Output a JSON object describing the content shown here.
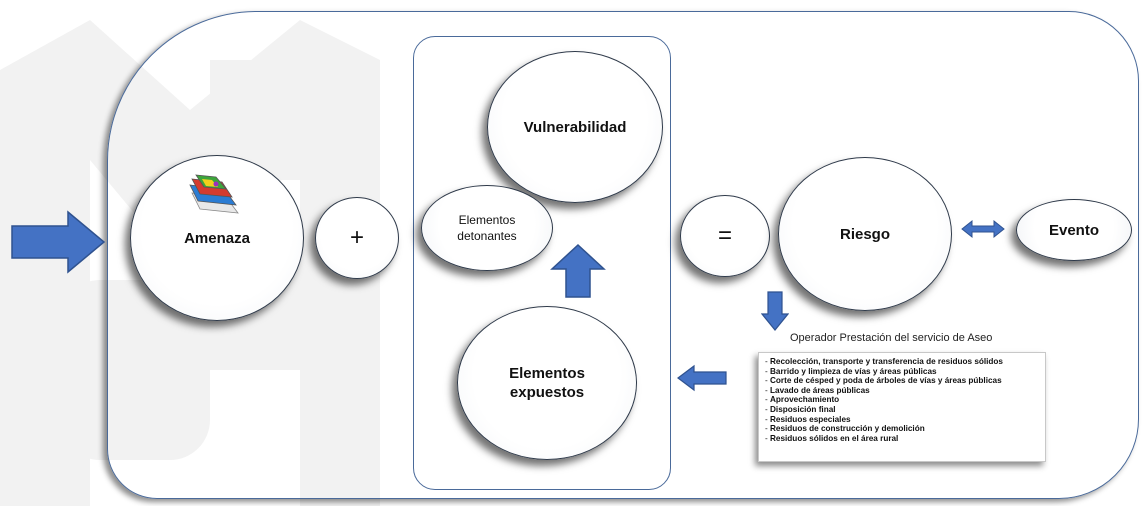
{
  "nodes": {
    "amenaza": "Amenaza",
    "plus": "+",
    "vulnerabilidad": "Vulnerabilidad",
    "elementos_detonantes": "Elementos detonantes",
    "elementos_expuestos": "Elementos expuestos",
    "equals": "=",
    "riesgo": "Riesgo",
    "evento": "Evento"
  },
  "operator_caption": "Operador Prestación del servicio de Aseo",
  "services": [
    "Recolección, transporte y transferencia de residuos sólidos",
    "Barrido y limpieza de vías y áreas públicas",
    "Corte de césped y poda de árboles de vías y áreas públicas",
    "Lavado de áreas públicas",
    "Aprovechamiento",
    "Disposición final",
    "Residuos especiales",
    "Residuos de construcción y demolición",
    "Residuos sólidos en el área rural"
  ],
  "service_bullet": "-",
  "colors": {
    "arrow_fill": "#4472c4",
    "arrow_stroke": "#2f528f",
    "frame_stroke": "#4a6a9a",
    "circle_stroke": "#2f3a4a"
  },
  "icons": {
    "map_layers": "map-layers-icon"
  }
}
